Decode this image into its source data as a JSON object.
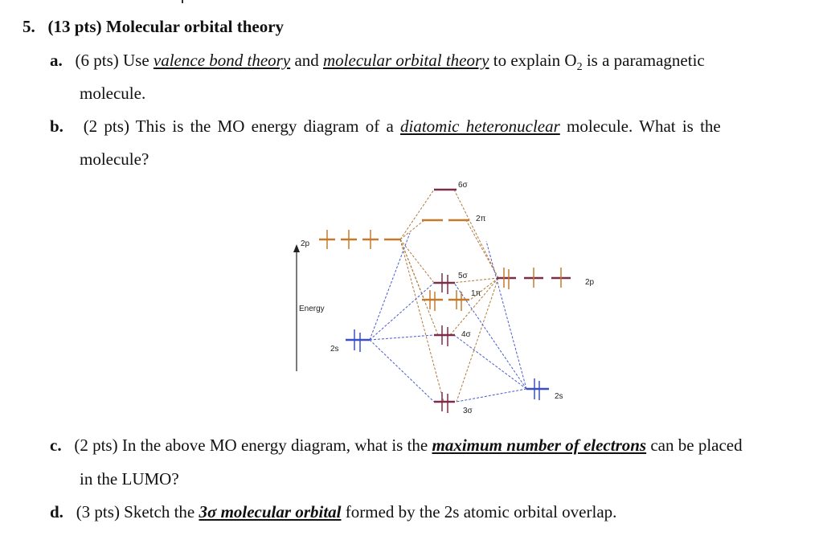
{
  "question": {
    "number": "5.",
    "heading": "(13 pts) Molecular orbital theory"
  },
  "parts": {
    "a": {
      "letter": "a.",
      "pts": "(6 pts) Use",
      "term1": "valence bond theory",
      "and": "and",
      "term2": "molecular orbital theory",
      "rest_pre": "to explain O",
      "sub": "2",
      "rest_post": "is a paramagnetic",
      "line2": "molecule."
    },
    "b": {
      "letter": "b.",
      "pre": "(2 pts) This is the MO energy diagram of a",
      "term": "diatomic heteronuclear",
      "post": "molecule. What is the",
      "line2": "molecule?"
    },
    "c": {
      "letter": "c.",
      "pre": "(2 pts) In the above MO energy diagram, what is the",
      "term": "maximum number of electrons",
      "post": "can be placed",
      "line2": "in the LUMO?"
    },
    "d": {
      "letter": "d.",
      "pre": "(3 pts) Sketch the",
      "term": "3σ molecular orbital",
      "post": "formed by the 2s atomic orbital overlap."
    }
  },
  "diagram": {
    "energy_label": "Energy",
    "left_2p": "2p",
    "left_2s": "2s",
    "right_2p": "2p",
    "right_2s": "2s",
    "mo_6sigma": "6σ",
    "mo_2pi": "2π",
    "mo_5sigma": "5σ",
    "mo_1pi": "1π",
    "mo_4sigma": "4σ",
    "mo_3sigma": "3σ",
    "colors": {
      "sigma": "#7b2d4a",
      "pi": "#c47a2a",
      "left_2s": "#3a4fc4",
      "right_2s": "#3a4fc4",
      "left_2p": "#c47a2a",
      "right_2p": "#7b2d4a",
      "dashed_brown": "#b0793a",
      "dashed_blue": "#4a5ad0"
    }
  }
}
